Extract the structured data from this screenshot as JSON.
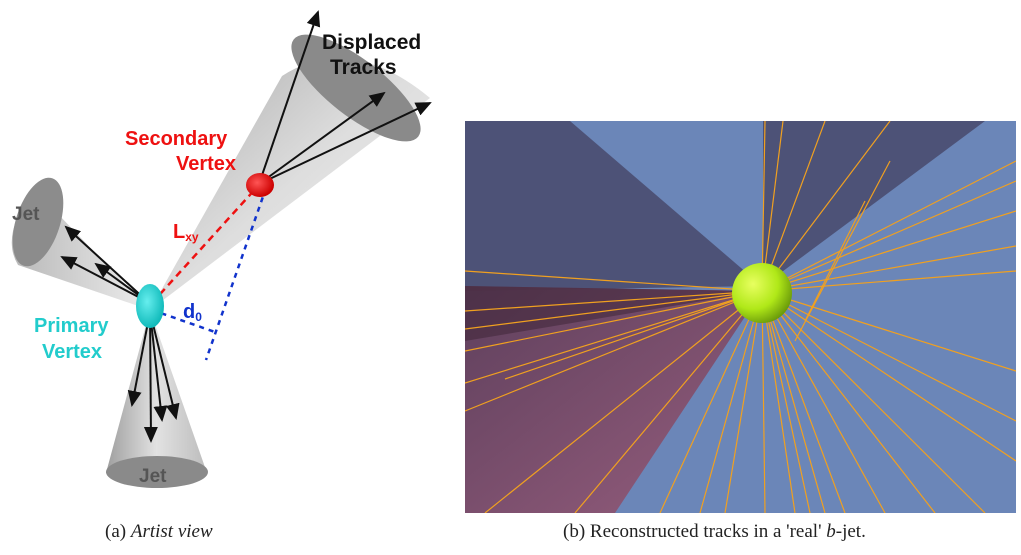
{
  "panel_a": {
    "labels": {
      "displaced_tracks_1": "Displaced",
      "displaced_tracks_2": "Tracks",
      "secondary_vertex_1": "Secondary",
      "secondary_vertex_2": "Vertex",
      "lxy_main": "L",
      "lxy_sub": "xy",
      "jet_left": "Jet",
      "jet_bottom": "Jet",
      "d0_main": "d",
      "d0_sub": "0",
      "primary_vertex_1": "Primary",
      "primary_vertex_2": "Vertex"
    },
    "colors": {
      "secondary": "#ee1111",
      "primary": "#22cccc",
      "impact": "#1133cc",
      "cone": "#c8c8c8",
      "cone_cap": "#8a8a8a"
    }
  },
  "panel_b": {
    "colors": {
      "background": "#6b86b8",
      "cone_dark": "#4a4d72",
      "cone_red": "#8a4f6d",
      "track": "#f0a020",
      "vertex": "#b8ee20"
    }
  },
  "captions": {
    "a_prefix": "(a)",
    "a_text": "Artist view",
    "b_prefix": "(b)",
    "b_text_before": "Reconstructed tracks in a 'real'",
    "b_italic": "b",
    "b_text_after": "-jet."
  }
}
